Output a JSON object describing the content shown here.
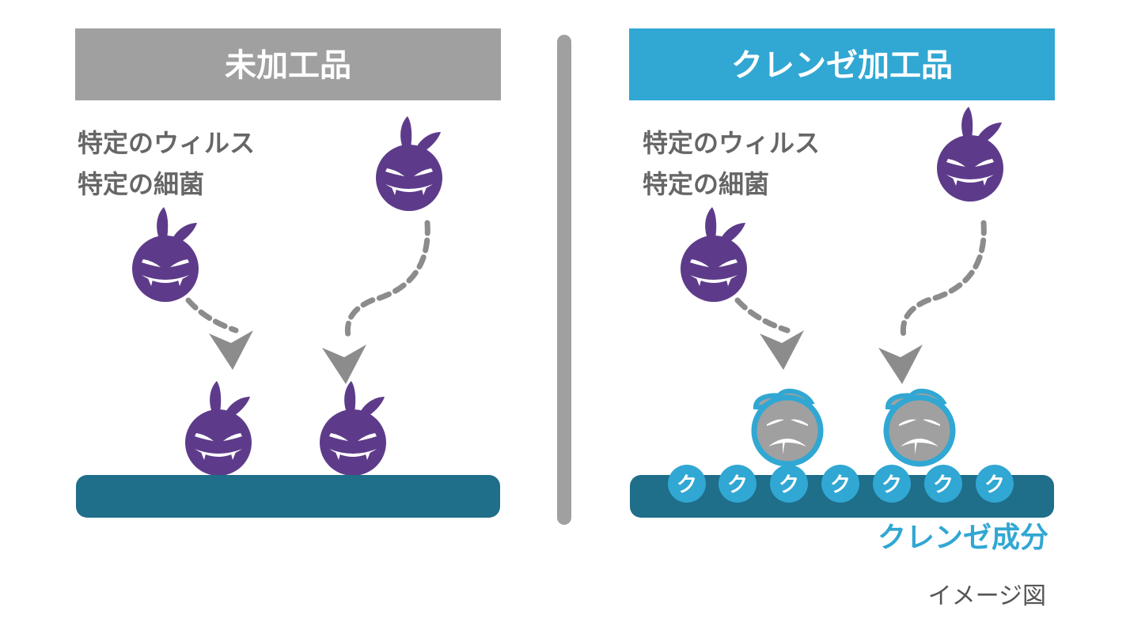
{
  "left_panel": {
    "title": "未加工品",
    "label_lines": [
      "特定のウィルス",
      "特定の細菌"
    ]
  },
  "right_panel": {
    "title": "クレンゼ加工品",
    "label_lines": [
      "特定のウィルス",
      "特定の細菌"
    ],
    "ingredient_marks": [
      "ク",
      "ク",
      "ク",
      "ク",
      "ク",
      "ク",
      "ク"
    ],
    "ingredient_label": "クレンゼ成分"
  },
  "footnote": "イメージ図",
  "colors": {
    "untreated_header": "#a0a0a0",
    "treated_header": "#31a7d3",
    "surface": "#1f6e8a",
    "virus": "#5e3b8a",
    "inactive_virus": "#a0a0a0"
  }
}
